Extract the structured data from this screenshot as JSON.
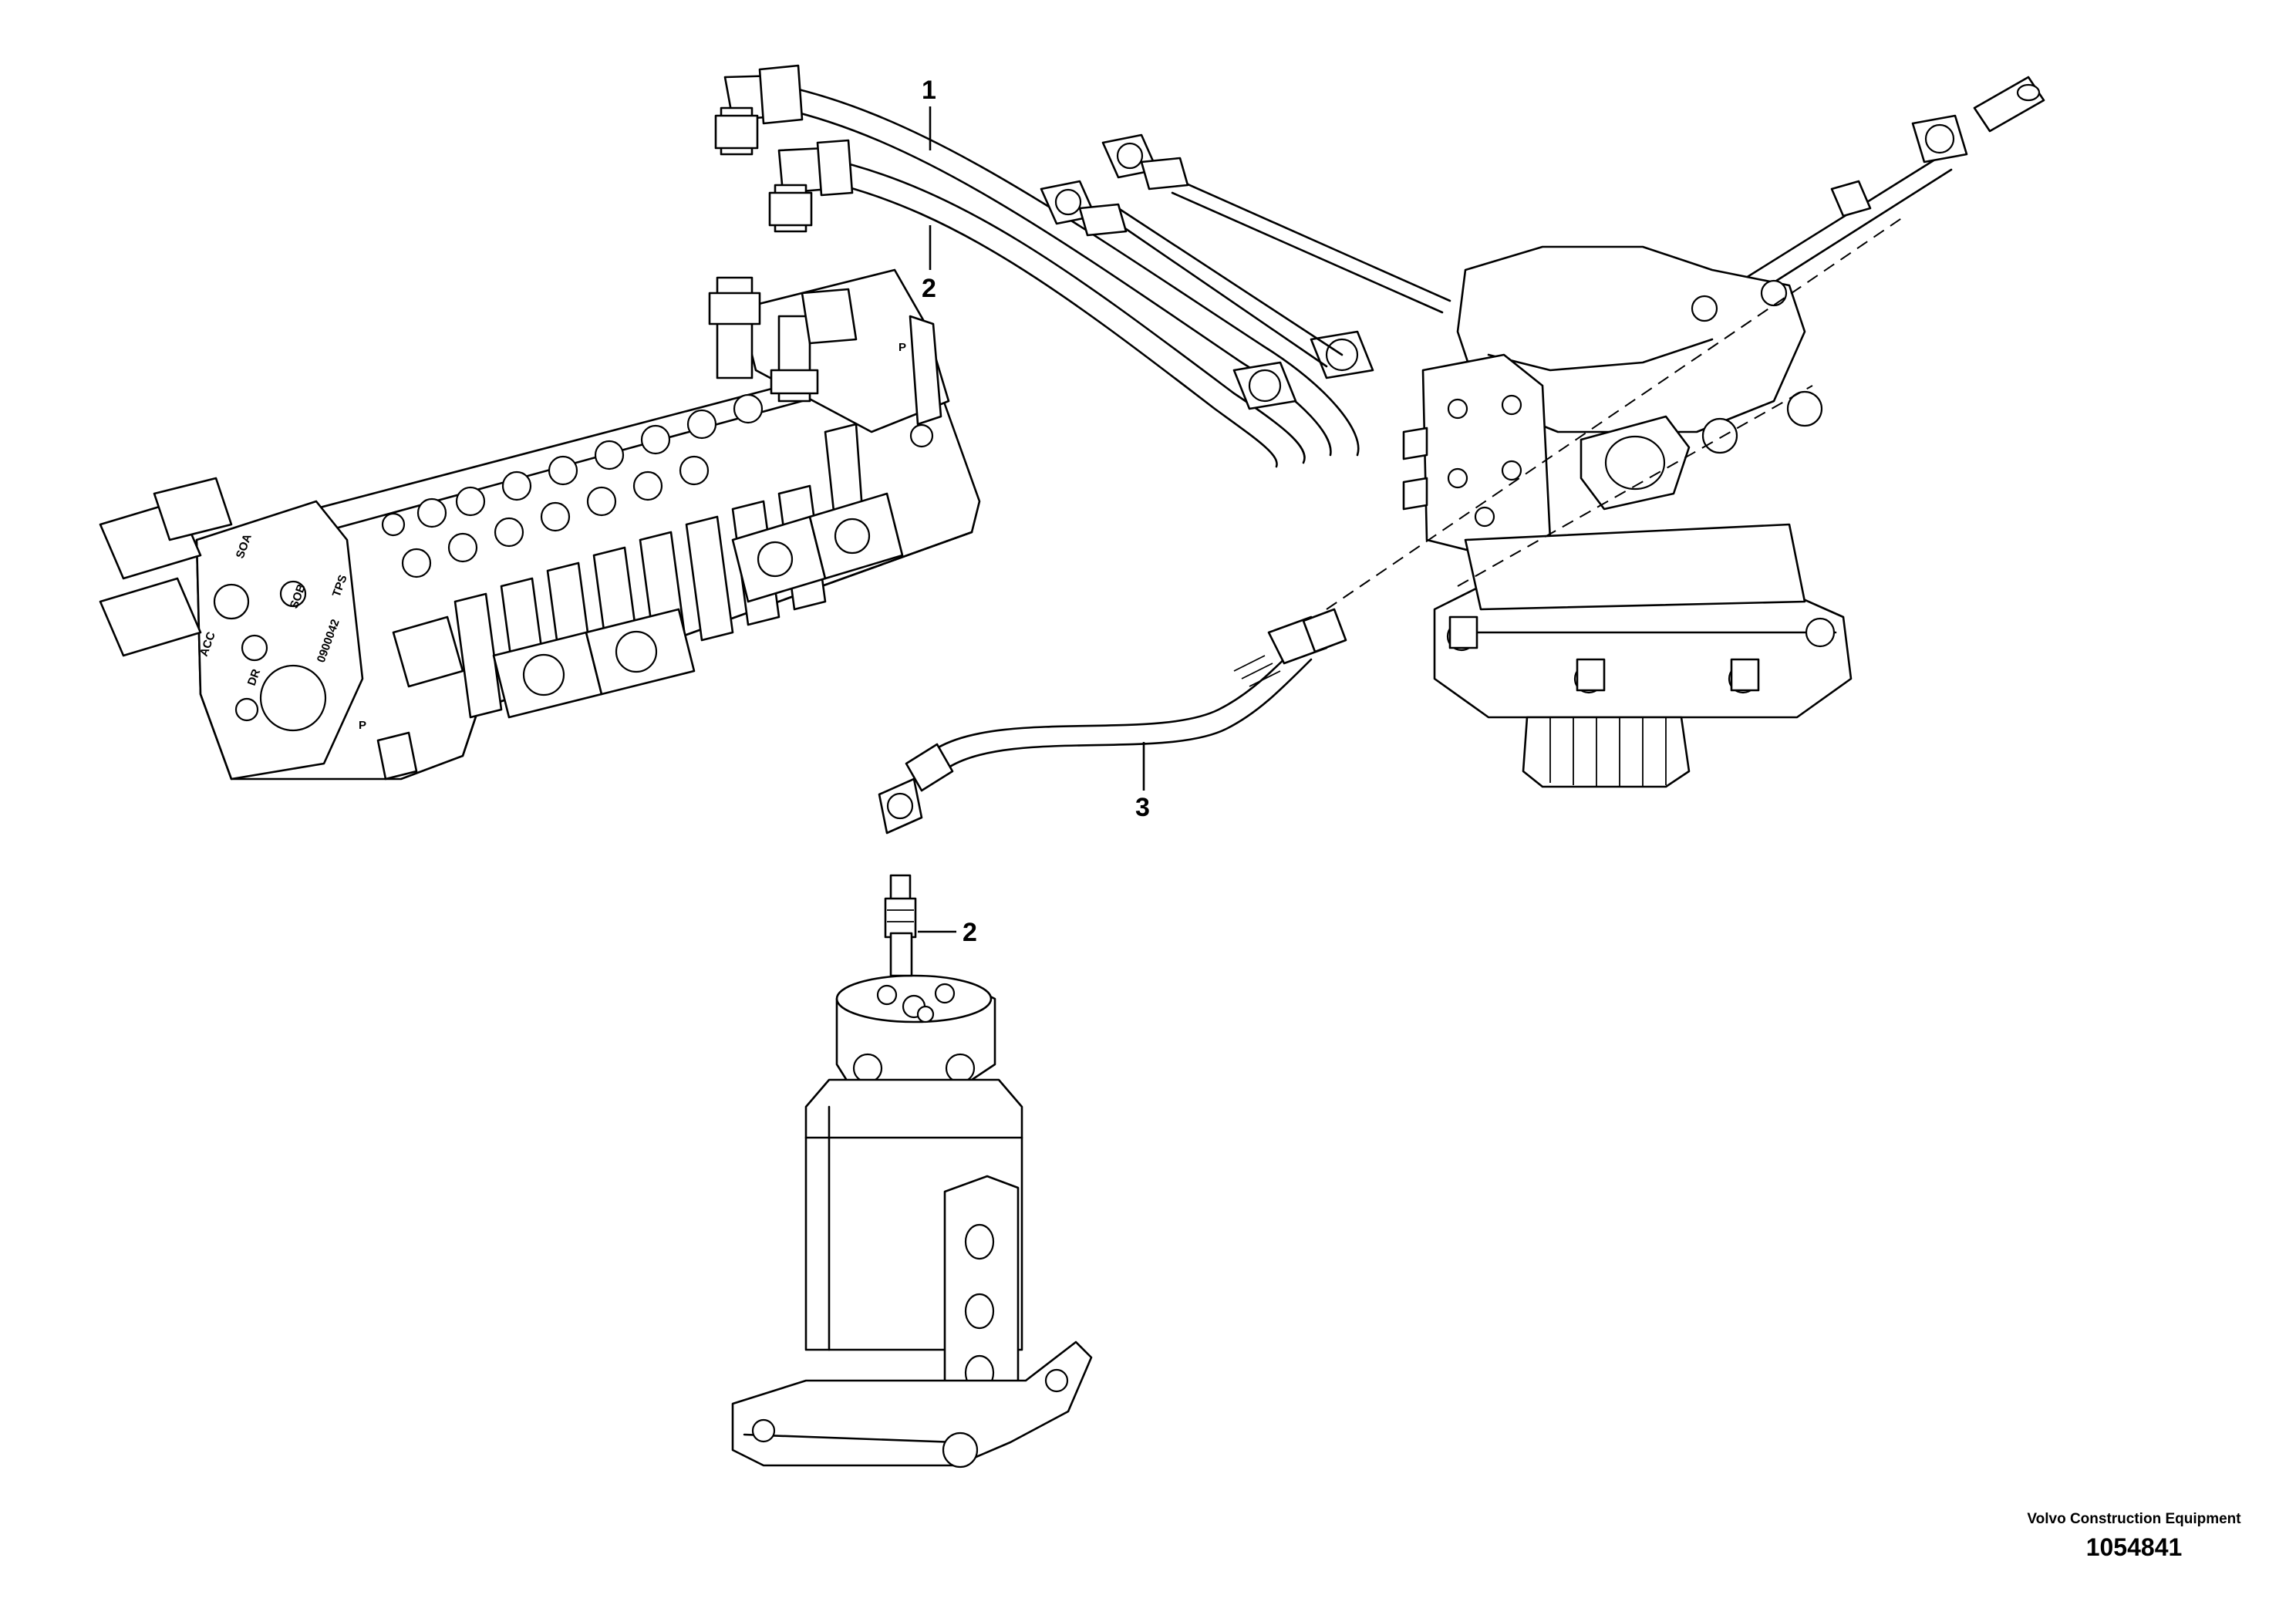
{
  "callouts": [
    {
      "label": "1"
    },
    {
      "label": "2"
    },
    {
      "label": "2"
    },
    {
      "label": "3"
    }
  ],
  "engravings": {
    "valve_port_a": "SOA",
    "valve_port_b": "SOB",
    "valve_port_t": "TPS",
    "valve_port_acc": "ACC",
    "valve_port_p": "P",
    "valve_port_dr": "DR",
    "valve_serial": "0900042",
    "valve_top_p": "P"
  },
  "footer": {
    "maker": "Volvo Construction Equipment",
    "document_number": "1054841"
  }
}
